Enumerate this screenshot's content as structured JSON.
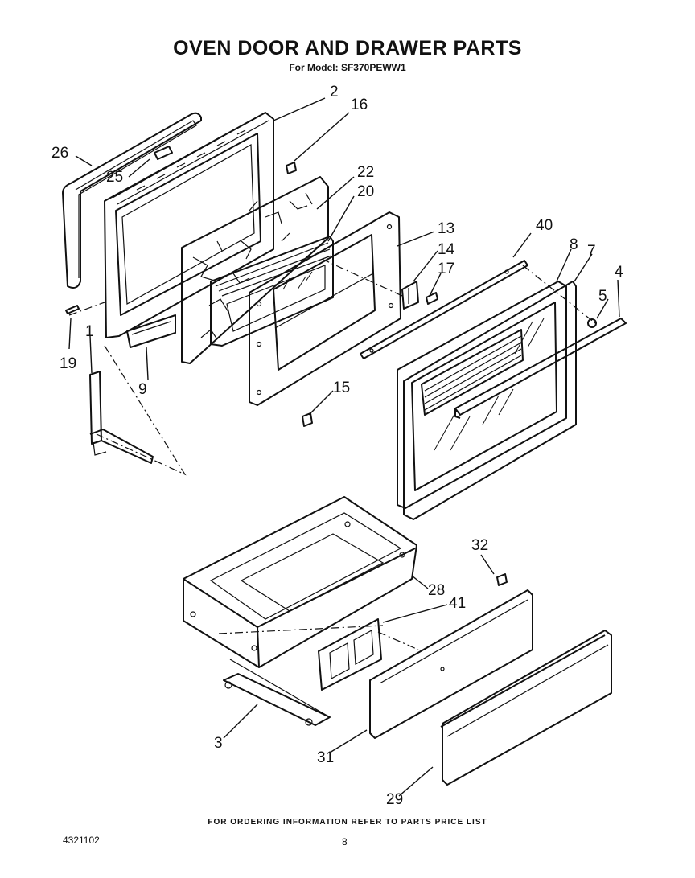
{
  "header": {
    "title": "OVEN DOOR AND DRAWER PARTS",
    "subtitle": "For Model: SF370PEWW1"
  },
  "callouts": {
    "c2": "2",
    "c16": "16",
    "c26": "26",
    "c25": "25",
    "c22": "22",
    "c20": "20",
    "c13": "13",
    "c40": "40",
    "c14": "14",
    "c8": "8",
    "c7": "7",
    "c17": "17",
    "c4": "4",
    "c5": "5",
    "c1": "1",
    "c19": "19",
    "c9": "9",
    "c15": "15",
    "c32": "32",
    "c28": "28",
    "c41": "41",
    "c3": "3",
    "c31": "31",
    "c29": "29"
  },
  "footer": {
    "ordering_note": "FOR ORDERING INFORMATION REFER TO PARTS PRICE LIST",
    "document_number": "4321102",
    "page_number": "8"
  }
}
